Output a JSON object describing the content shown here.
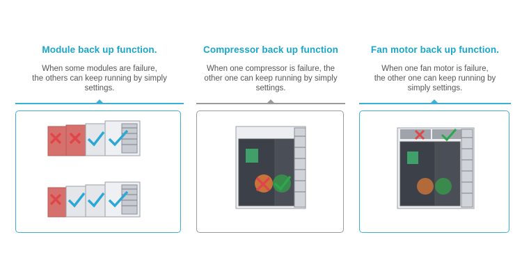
{
  "columns": [
    {
      "title": "Module back up function.",
      "desc_lines": [
        "When some modules are failure,",
        "the others can keep running by simply",
        "settings."
      ]
    },
    {
      "title": "Compressor back up function",
      "desc_lines": [
        "When one compressor is failure, the",
        "other one can keep running by simply",
        "settings."
      ]
    },
    {
      "title": "Fan motor back up function.",
      "desc_lines": [
        "When one fan motor is failure,",
        "the other one can keep running by",
        "simply settings."
      ]
    }
  ],
  "colors": {
    "accent": "#1aa6c8",
    "panel_border_blue": "#3bb0d4",
    "panel_border_gray": "#9a9a9a",
    "fail_red": "#e0454a",
    "ok_blue": "#29a8d8",
    "ok_green": "#2aa84a"
  },
  "icons": [
    "cross-icon",
    "check-icon"
  ]
}
